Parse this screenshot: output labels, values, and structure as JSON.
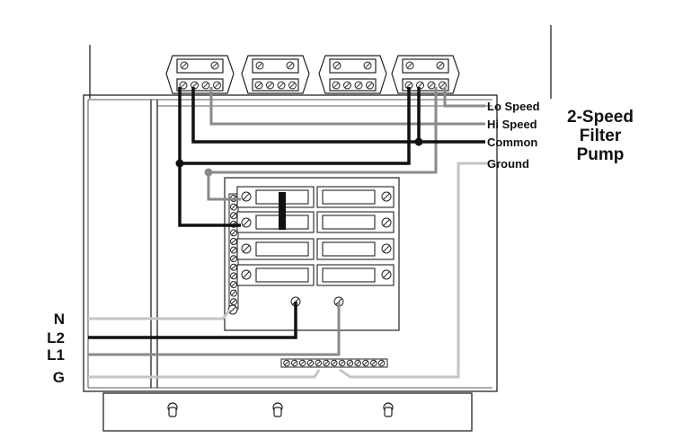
{
  "motor_wires": {
    "lo_speed": "Lo Speed",
    "hi_speed": "Hi Speed",
    "common": "Common",
    "ground": "Ground"
  },
  "pump": {
    "line1": "2-Speed",
    "line2": "Filter",
    "line3": "Pump"
  },
  "supply": {
    "neutral": "N",
    "line2": "L2",
    "line1": "L1",
    "ground": "G"
  },
  "colors": {
    "black_wire": "#111111",
    "gray_wire": "#8a8a8a",
    "light_wire": "#c4c4c4",
    "outline": "#222222"
  }
}
